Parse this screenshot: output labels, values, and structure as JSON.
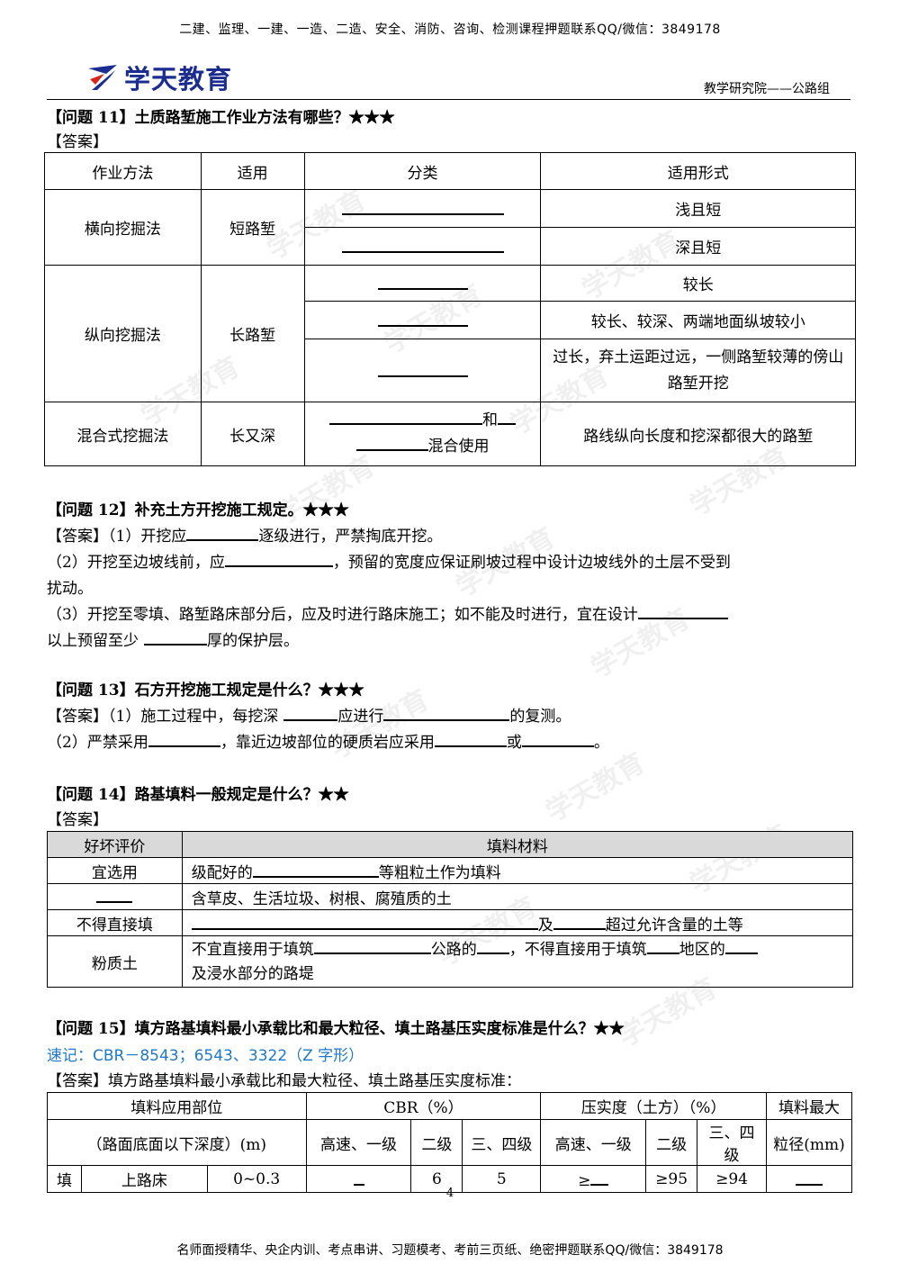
{
  "header": {
    "promo": "二建、监理、一建、一造、二造、安全、消防、咨询、检测课程押题联系QQ/微信：3849178",
    "logo_text": "学天教育",
    "dept": "教学研究院——公路组"
  },
  "watermark": "学天教育",
  "q11": {
    "title": "【问题 11】土质路堑施工作业方法有哪些？★★★",
    "answer_label": "【答案】",
    "headers": [
      "作业方法",
      "适用",
      "分类",
      "适用形式"
    ],
    "rows": {
      "r1_method": "横向挖掘法",
      "r1_apply": "短路堑",
      "r1_f1": "浅且短",
      "r1_f2": "深且短",
      "r2_method": "纵向挖掘法",
      "r2_apply": "长路堑",
      "r2_f1": "较长",
      "r2_f2": "较长、较深、两端地面纵坡较小",
      "r2_f3": "过长，弃土运距过远，一侧路堑较薄的傍山路堑开挖",
      "r3_method": "混合式挖掘法",
      "r3_apply": "长又深",
      "r3_c1": "和",
      "r3_c2": "混合使用",
      "r3_form": "路线纵向长度和挖深都很大的路堑"
    }
  },
  "q12": {
    "title": "【问题 12】补充土方开挖施工规定。★★★",
    "l1a": "【答案】（1）开挖应",
    "l1b": "逐级进行，严禁掏底开挖。",
    "l2a": "（2）开挖至边坡线前，应",
    "l2b": "，预留的宽度应保证刷坡过程中设计边坡线外的土层不受到",
    "l3": "扰动。",
    "l4": "（3）开挖至零填、路堑路床部分后，应及时进行路床施工；如不能及时进行，宜在设计",
    "l5a": "以上预留至少",
    "l5b": "厚的保护层。"
  },
  "q13": {
    "title": "【问题 13】石方开挖施工规定是什么？★★★",
    "l1a": "【答案】（1）施工过程中，每挖深",
    "l1b": "应进行",
    "l1c": "的复测。",
    "l2a": "（2）严禁采用",
    "l2b": "，靠近边坡部位的硬质岩应采用",
    "l2c": "或",
    "l2d": "。"
  },
  "q14": {
    "title": "【问题 14】路基填料一般规定是什么？★★",
    "answer_label": "【答案】",
    "headers": [
      "好坏评价",
      "填料材料"
    ],
    "r1_eval": "宜选用",
    "r1_a": "级配好的",
    "r1_b": "等粗粒土作为填料",
    "r2_mat": "含草皮、生活垃圾、树根、腐殖质的土",
    "r3_eval": "不得直接填",
    "r3_a": "及",
    "r3_b": "超过允许含量的土等",
    "r4_eval": "粉质土",
    "r4_a": "不宜直接用于填筑",
    "r4_b": "公路的",
    "r4_c": "，不得直接用于填筑",
    "r4_d": "地区的",
    "r4_e": "及浸水部分的路堤"
  },
  "q15": {
    "title": "【问题 15】填方路基填料最小承载比和最大粒径、填土路基压实度标准是什么？★★",
    "memo": "速记：CBR－8543；6543、3322（Z 字形）",
    "intro": "【答案】填方路基填料最小承载比和最大粒径、填土路基压实度标准：",
    "h_part1": "填料应用部位",
    "h_part2": "（路面底面以下深度）(m)",
    "h_cbr": "CBR（%）",
    "h_comp": "压实度（土方）（%）",
    "h_size1": "填料最大",
    "h_size2": "粒径(mm)",
    "sub": [
      "高速、一级",
      "二级",
      "三、四级",
      "高速、一级",
      "二级",
      "三、四级"
    ],
    "row": {
      "c0": "填",
      "c1": "上路床",
      "c2": "0~0.3",
      "cbr2": "6",
      "cbr3": "5",
      "comp1": "≥",
      "comp2": "≥95",
      "comp3": "≥94"
    }
  },
  "page_number": "4",
  "footer": "名师面授精华、央企内训、考点串讲、习题模考、考前三页纸、绝密押题联系QQ/微信：3849178"
}
